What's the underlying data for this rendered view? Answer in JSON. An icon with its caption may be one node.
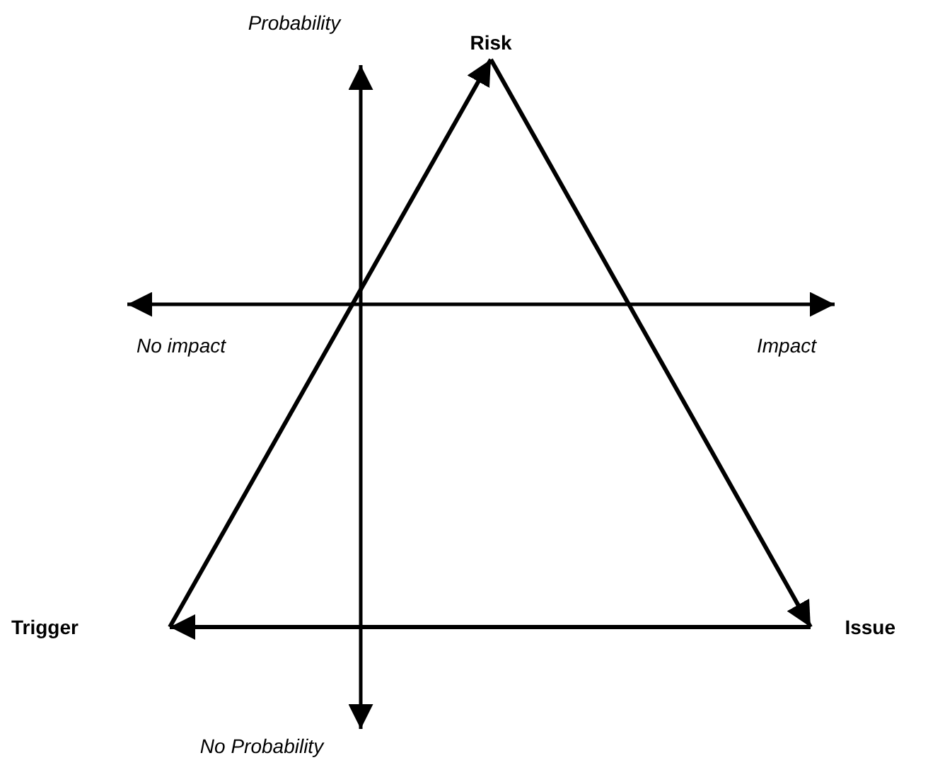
{
  "diagram": {
    "nodes": [
      {
        "text": [
          "Risk"
        ]
      },
      {
        "text": [
          "Trigger"
        ]
      },
      {
        "text": [
          "Issue"
        ]
      }
    ],
    "edges": [
      {
        "from": 1,
        "to": 0,
        "arrow": "to"
      },
      {
        "from": 0,
        "to": 2,
        "arrow": "to"
      },
      {
        "from": 2,
        "to": 1,
        "arrow": "to"
      }
    ],
    "labels": [
      "Probability",
      "No impact",
      "Impact",
      "No Probability"
    ]
  }
}
